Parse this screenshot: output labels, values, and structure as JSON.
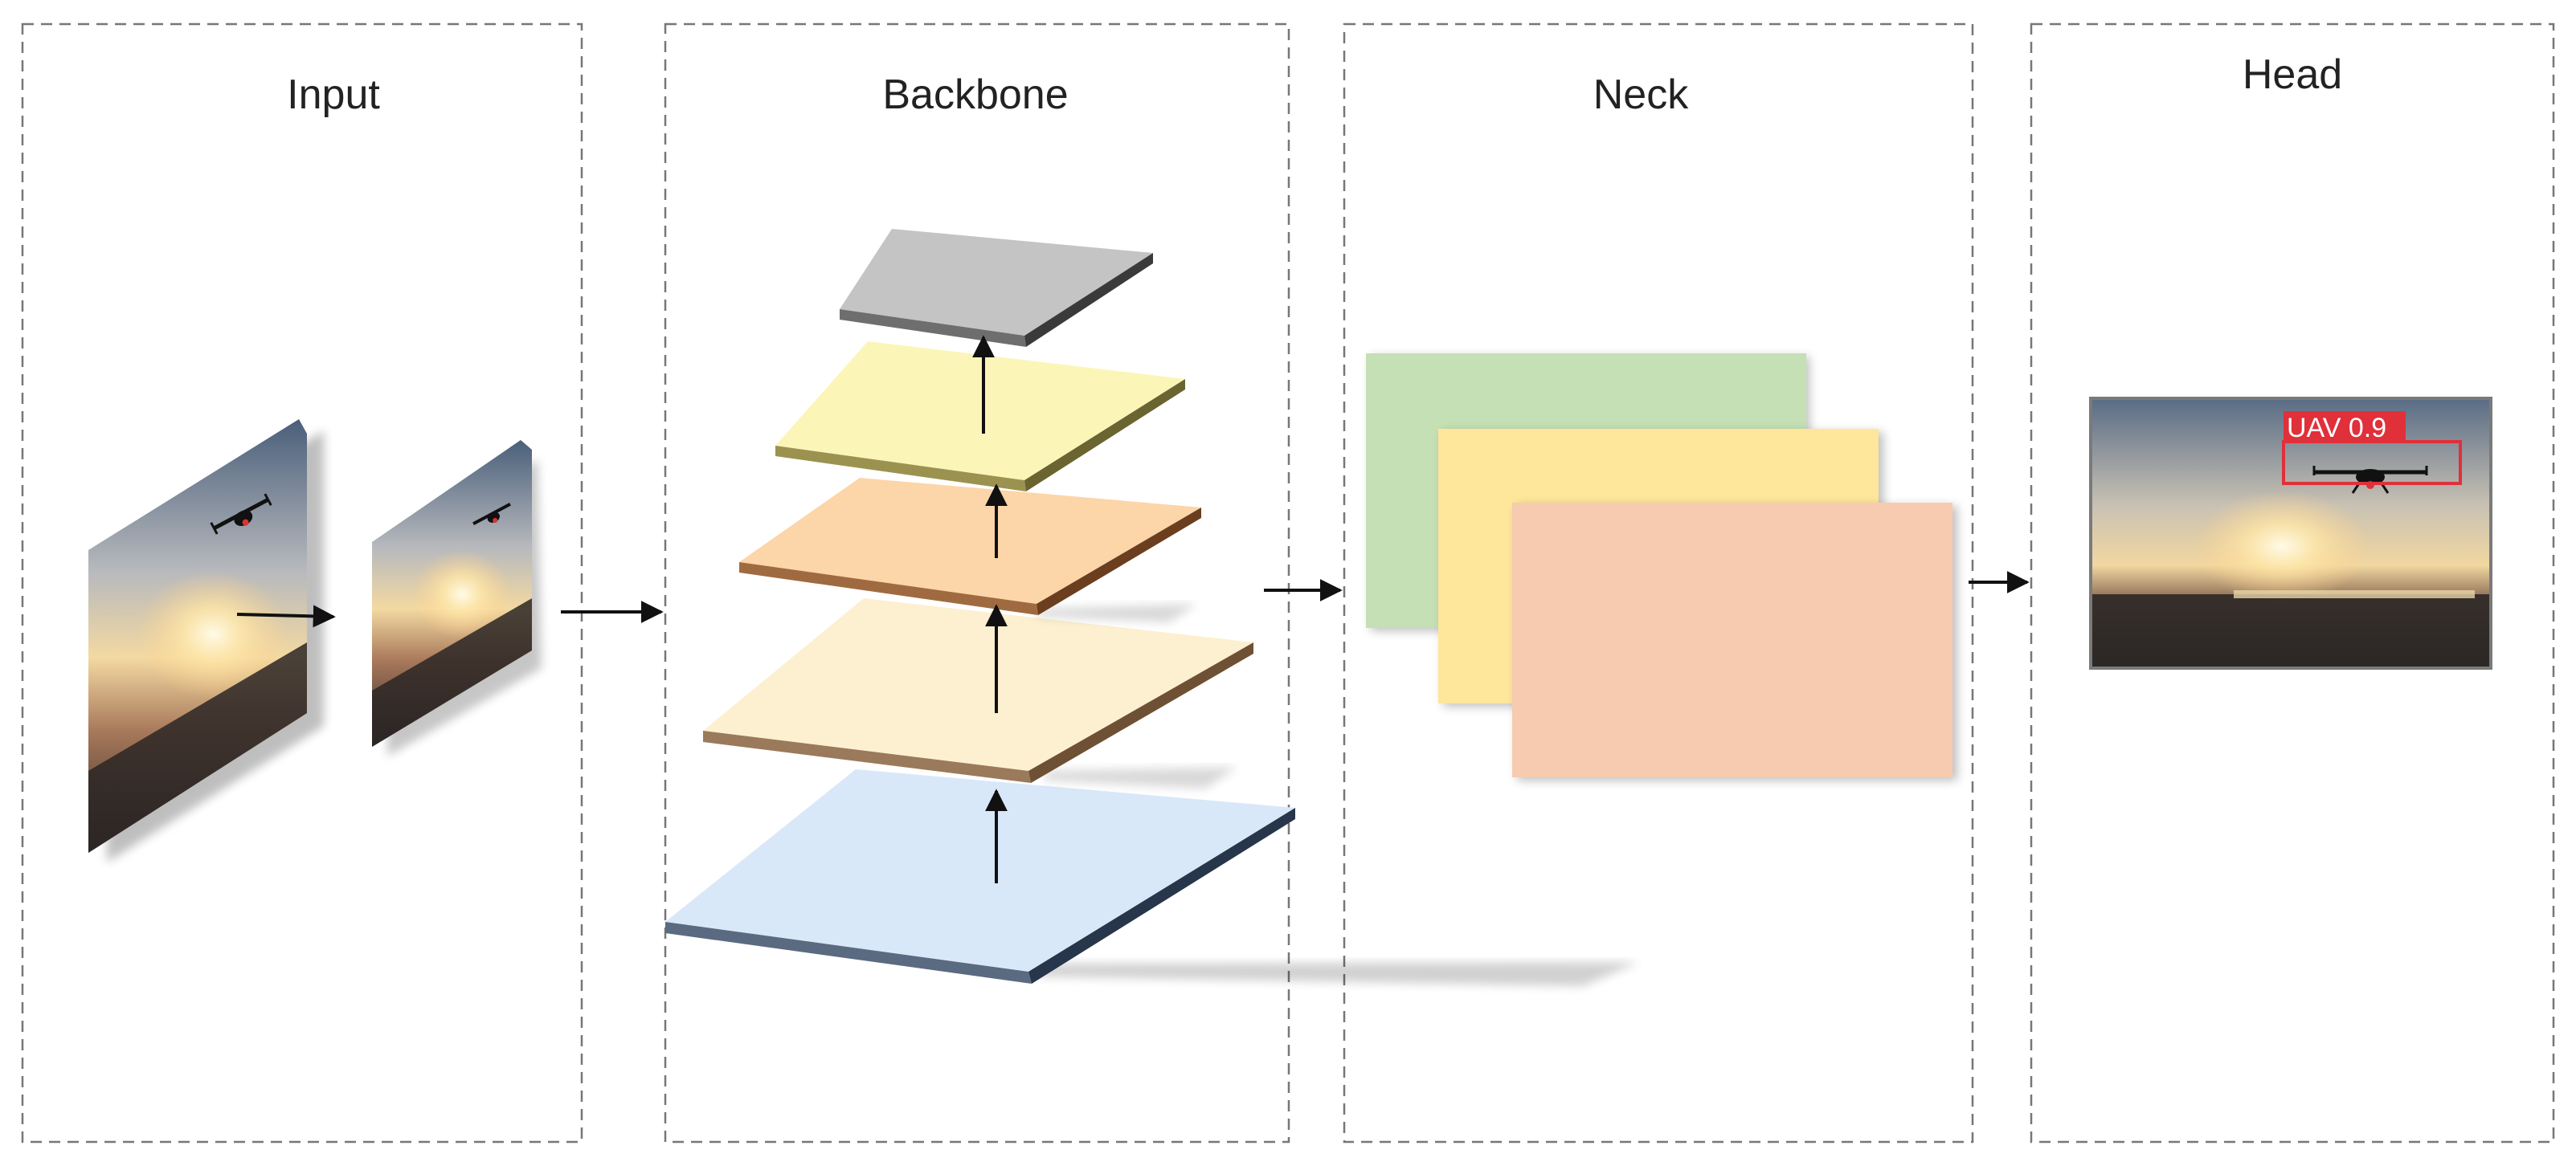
{
  "panels": [
    {
      "title": "Input"
    },
    {
      "title": "Backbone"
    },
    {
      "title": "Neck"
    },
    {
      "title": "Head"
    }
  ],
  "backbone_layers": [
    {
      "color": "#d9e8f8"
    },
    {
      "color": "#fdf0d0"
    },
    {
      "color": "#fcd5a8"
    },
    {
      "color": "#fbf6b8"
    },
    {
      "color": "#c4c4c4"
    }
  ],
  "neck_maps": [
    {
      "color": "#c5e0b4"
    },
    {
      "color": "#fee69b"
    },
    {
      "color": "#f7cbb0"
    }
  ],
  "detection": {
    "label": "UAV 0.9",
    "box_color": "#e0303a"
  },
  "colors": {
    "border": "#777777",
    "arrow": "#111111",
    "sky_top": "#4a6a8a",
    "sun": "#fff4c8",
    "ground": "#2a2624"
  }
}
